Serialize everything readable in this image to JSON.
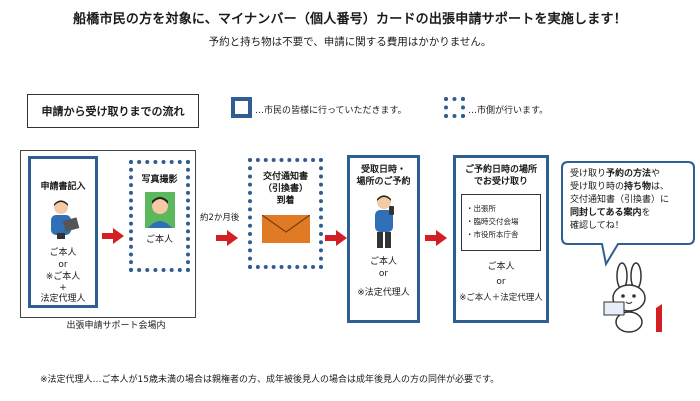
{
  "header": {
    "title": "船橋市民の方を対象に、マイナンバー（個人番号）カードの出張申請サポートを実施します！",
    "subtitle": "予約と持ち物は不要で、申請に関する費用はかかりません。"
  },
  "legend": {
    "flow_label": "申請から受け取りまでの流れ",
    "solid_text": "…市民の皆様に行っていただきます。",
    "dotted_text": "…市側が行います。"
  },
  "venue_label": "出張申請サポート会場内",
  "steps": {
    "s1": {
      "title": "申請書記入",
      "who1": "ご本人",
      "or1": "or",
      "who2": "※ご本人",
      "plus": "+",
      "who3": "法定代理人"
    },
    "s2": {
      "title": "写真撮影",
      "who": "ご本人"
    },
    "between": "約2か月後",
    "s3": {
      "line1": "交付通知書",
      "line2": "（引換書）",
      "line3": "到着"
    },
    "s4": {
      "line1": "受取日時・",
      "line2": "場所のご予約",
      "who1": "ご本人",
      "or": "or",
      "who2": "※法定代理人"
    },
    "s5": {
      "line1": "ご予約日時の場所",
      "line2": "でお受け取り",
      "places": [
        "・出張所",
        "・臨時交付会場",
        "・市役所本庁舎"
      ],
      "who1": "ご本人",
      "or": "or",
      "who2": "※ご本人＋法定代理人"
    }
  },
  "bubble": {
    "line1a": "受け取り",
    "line1b": "予約の方法",
    "line1c": "や",
    "line2a": "受け取り時の",
    "line2b": "持ち物",
    "line2c": "は、",
    "line3": "交付通知書（引換書）に",
    "line4a": "同封してある案内",
    "line4b": "を",
    "line5": "確認してね！"
  },
  "footnote": "※法定代理人…ご本人が15歳未満の場合は親権者の方、成年被後見人の場合は成年後見人の方の同伴が必要です。",
  "colors": {
    "accent": "#2f5e92",
    "arrow": "#d31f24",
    "envelope": "#e07a25",
    "mascot_one": "#d31f24"
  },
  "icons": [
    "person-writing-icon",
    "id-photo-icon",
    "envelope-icon",
    "person-phone-icon",
    "mascot-icon"
  ]
}
